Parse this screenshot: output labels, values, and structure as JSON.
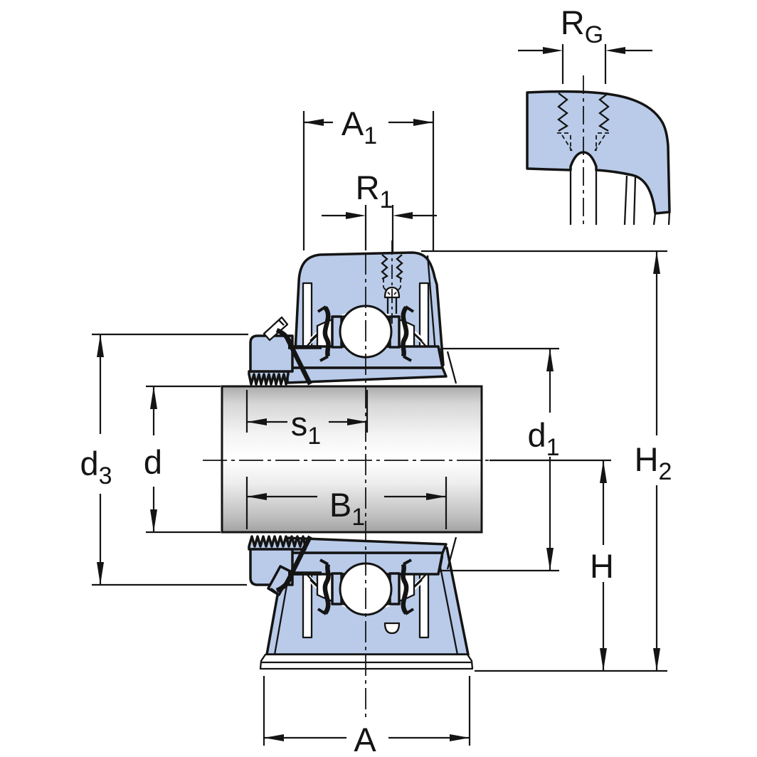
{
  "drawing": {
    "kind": "bearing-unit-cross-section",
    "views": {
      "main": "plummer block housing with Y-bearing insert on shaft, sectioned top and bottom halves",
      "detail": "grease fitting thread detail of housing cap"
    }
  },
  "labels": {
    "A1": {
      "main": "A",
      "sub": "1"
    },
    "R1": {
      "main": "R",
      "sub": "1"
    },
    "RG": {
      "main": "R",
      "sub": "G"
    },
    "s1": {
      "main": "s",
      "sub": "1"
    },
    "B1": {
      "main": "B",
      "sub": "1"
    },
    "d3": {
      "main": "d",
      "sub": "3"
    },
    "d": {
      "main": "d",
      "sub": ""
    },
    "d1": {
      "main": "d",
      "sub": "1"
    },
    "H2": {
      "main": "H",
      "sub": "2"
    },
    "H": {
      "main": "H",
      "sub": ""
    },
    "A": {
      "main": "A",
      "sub": ""
    }
  },
  "colors": {
    "section_fill": "#b9cbe9",
    "outline": "#141414",
    "shaft_light": "#ffffff",
    "shaft_dark": "#a6a6a6",
    "background": "#ffffff"
  }
}
